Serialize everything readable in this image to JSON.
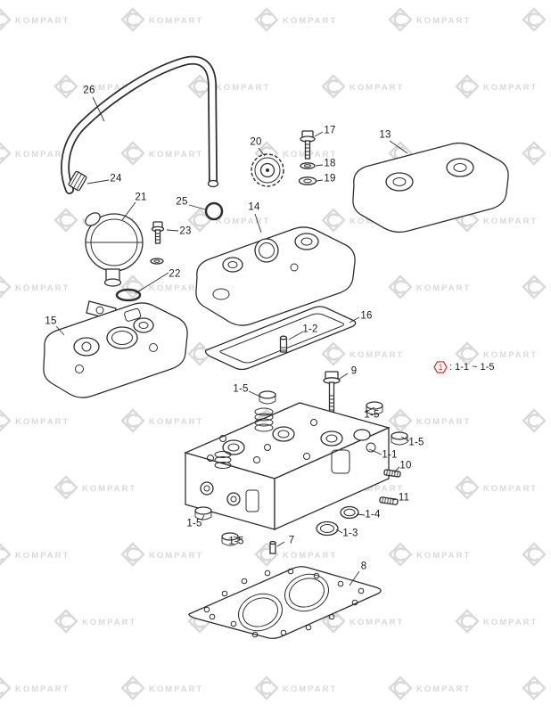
{
  "watermark": {
    "text": "KOMPART"
  },
  "reference_note": {
    "id": "1",
    "text": ": 1-1 ~ 1-5",
    "color": "#e03030"
  },
  "colors": {
    "line": "#2e2e2e",
    "watermark": "#d9d9d9",
    "accent_red": "#e03030",
    "background": "#ffffff"
  },
  "callouts": [
    {
      "label": "26"
    },
    {
      "label": "24"
    },
    {
      "label": "21"
    },
    {
      "label": "25"
    },
    {
      "label": "23"
    },
    {
      "label": "22"
    },
    {
      "label": "20"
    },
    {
      "label": "17"
    },
    {
      "label": "18"
    },
    {
      "label": "19"
    },
    {
      "label": "13"
    },
    {
      "label": "14"
    },
    {
      "label": "15"
    },
    {
      "label": "16"
    },
    {
      "label": "1-2"
    },
    {
      "label": "9"
    },
    {
      "label": "1-5"
    },
    {
      "label": "1-5"
    },
    {
      "label": "1-5"
    },
    {
      "label": "1-1"
    },
    {
      "label": "10"
    },
    {
      "label": "11"
    },
    {
      "label": "1-4"
    },
    {
      "label": "1-3"
    },
    {
      "label": "1-5"
    },
    {
      "label": "1-5"
    },
    {
      "label": "7"
    },
    {
      "label": "8"
    }
  ]
}
